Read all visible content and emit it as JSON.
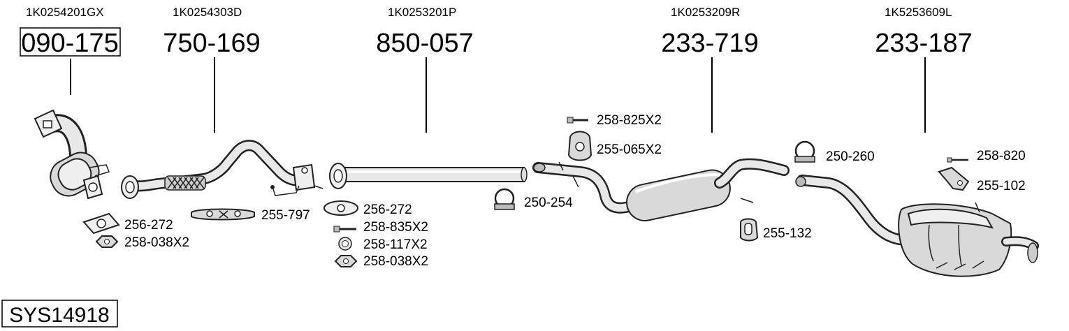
{
  "groups": [
    {
      "oem": "1K0254201GX",
      "main": "090-175"
    },
    {
      "oem": "1K0254303D",
      "main": "750-169"
    },
    {
      "oem": "1K0253201P",
      "main": "850-057"
    },
    {
      "oem": "1K0253209R",
      "main": "233-719"
    },
    {
      "oem": "1K5253609L",
      "main": "233-187"
    }
  ],
  "accessories": {
    "g1": [
      "256-272",
      "258-038X2"
    ],
    "g2": [
      "255-797"
    ],
    "g3": [
      "256-272",
      "258-835X2",
      "258-117X2",
      "258-038X2"
    ],
    "g4": [
      "258-825X2",
      "255-065X2",
      "250-254",
      "255-132"
    ],
    "g5": [
      "250-260",
      "258-820",
      "255-102"
    ]
  },
  "system_code": "SYS14918"
}
